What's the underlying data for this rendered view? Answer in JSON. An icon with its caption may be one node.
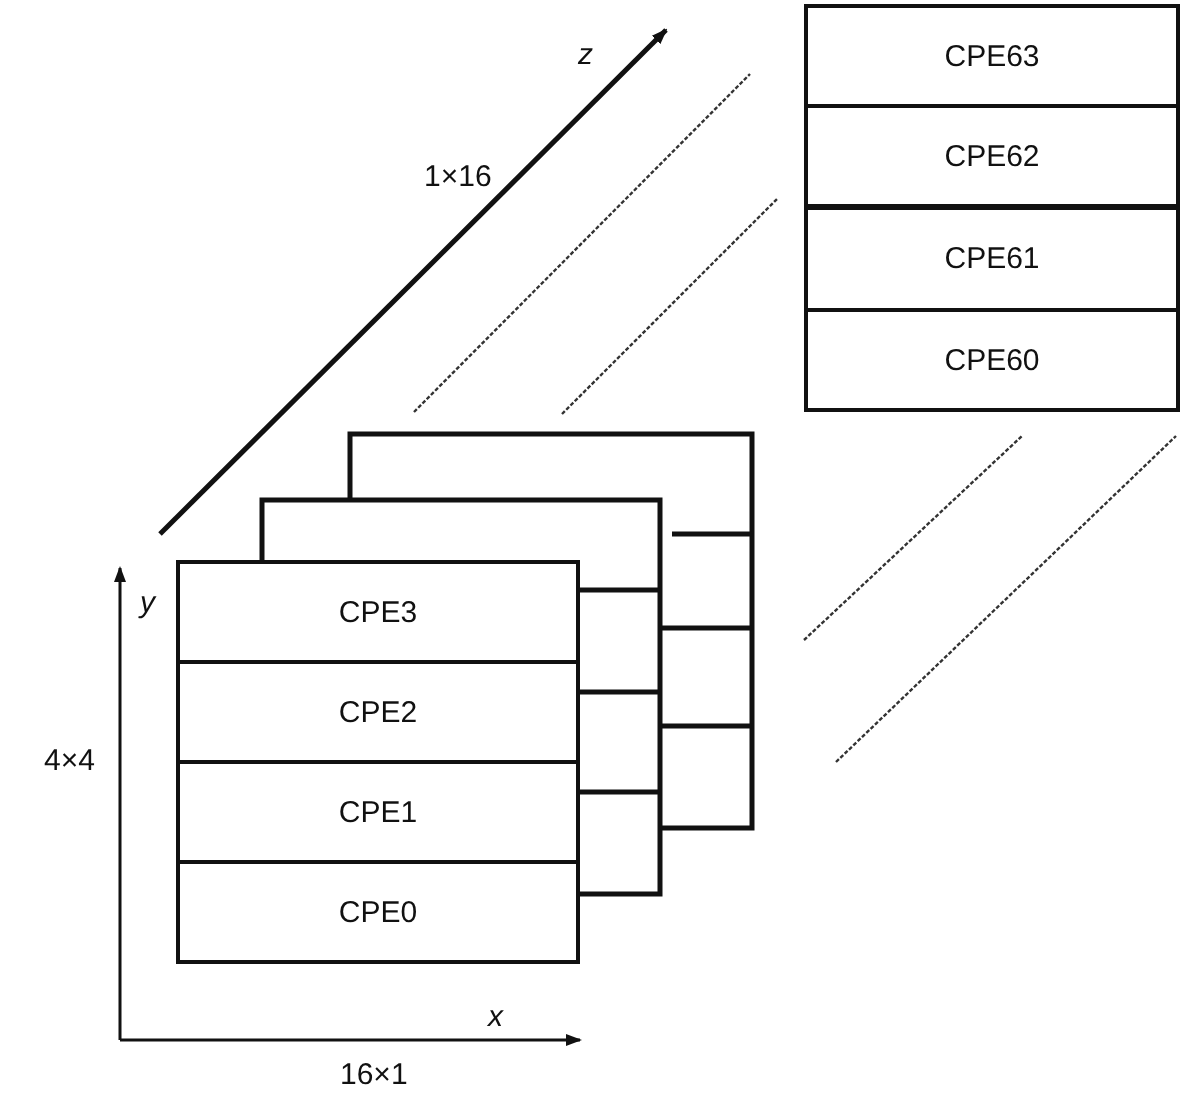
{
  "diagram": {
    "nodes": [
      {
        "text": [
          "CPE63"
        ]
      },
      {
        "text": [
          "CPE62"
        ]
      },
      {
        "text": [
          "CPE61"
        ]
      },
      {
        "text": [
          "CPE60"
        ]
      },
      {
        "text": [
          "CPE3"
        ]
      },
      {
        "text": [
          "CPE2"
        ]
      },
      {
        "text": [
          "CPE1"
        ]
      },
      {
        "text": [
          "CPE0"
        ]
      }
    ],
    "edges": [],
    "labels": [
      "z",
      "1×16",
      "y",
      "4×4",
      "x",
      "16×1"
    ]
  }
}
